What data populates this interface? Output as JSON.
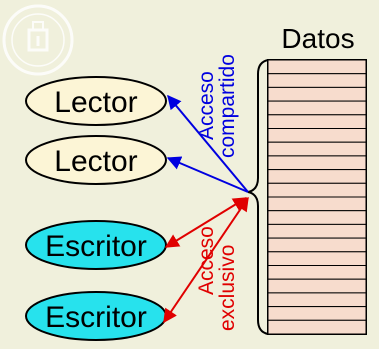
{
  "diagram": {
    "title": "Datos",
    "readers": [
      {
        "label": "Lector"
      },
      {
        "label": "Lector"
      }
    ],
    "writers": [
      {
        "label": "Escritor"
      },
      {
        "label": "Escritor"
      }
    ],
    "shared_access": {
      "line1": "Acceso",
      "line2": "compartido"
    },
    "exclusive_access": {
      "line1": "Acceso",
      "line2": "exclusivo"
    },
    "data_rows": 20
  },
  "colors": {
    "background": "#f0f0dc",
    "reader_fill": "#fcf5d6",
    "writer_fill": "#27e2ed",
    "shared_arrow": "#0000e0",
    "exclusive_arrow": "#e00000",
    "data_cell": "#f7dccd",
    "seal": "#ffffff"
  },
  "seal": {
    "icon": "university-seal-icon"
  }
}
